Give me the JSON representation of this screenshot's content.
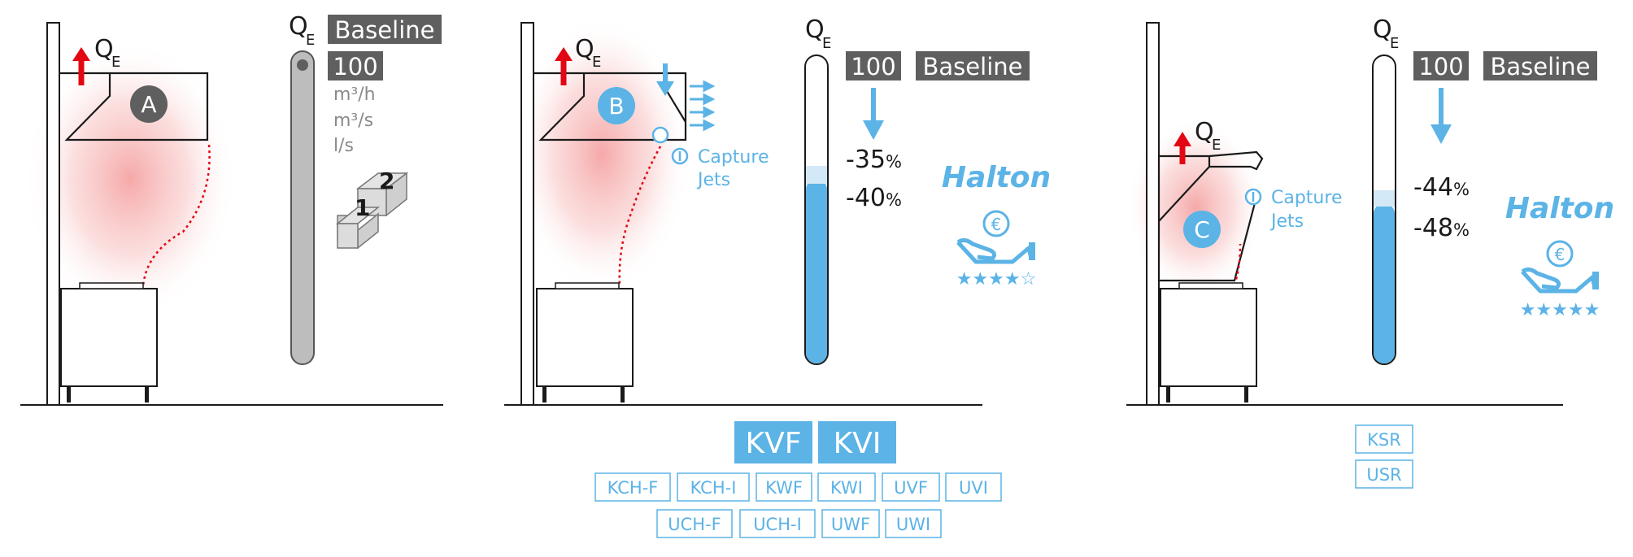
{
  "flow_symbol": "Q",
  "flow_subscript": "E",
  "panel_a": {
    "label": "A",
    "baseline_label": "Baseline",
    "baseline_value": "100",
    "units": [
      "m³/h",
      "m³/s",
      "l/s"
    ],
    "box_labels": [
      "1",
      "2"
    ]
  },
  "panel_b": {
    "label": "B",
    "baseline_value": "100",
    "baseline_label": "Baseline",
    "reductions": [
      {
        "value": "-35",
        "unit": "%"
      },
      {
        "value": "-40",
        "unit": "%"
      }
    ],
    "jets_label_1": "Capture",
    "jets_label_2": "Jets",
    "brand": "Halton",
    "currency_symbol": "€",
    "stars": "★★★★☆",
    "fill_fraction": 0.6,
    "products_primary": [
      "KVF",
      "KVI"
    ],
    "products_row1": [
      "KCH-F",
      "KCH-I",
      "KWF",
      "KWI",
      "UVF",
      "UVI"
    ],
    "products_row2": [
      "UCH-F",
      "UCH-I",
      "UWF",
      "UWI"
    ]
  },
  "panel_c": {
    "label": "C",
    "baseline_value": "100",
    "baseline_label": "Baseline",
    "reductions": [
      {
        "value": "-44",
        "unit": "%"
      },
      {
        "value": "-48",
        "unit": "%"
      }
    ],
    "jets_label_1": "Capture",
    "jets_label_2": "Jets",
    "brand": "Halton",
    "currency_symbol": "€",
    "stars": "★★★★★",
    "fill_fraction": 0.52,
    "products": [
      "KSR",
      "USR"
    ]
  },
  "colors": {
    "blue": "#5bb3e6",
    "red": "#e30613",
    "dark_grey": "#5f5f5f",
    "tube_grey": "#bdbdbd",
    "line": "#1a1a1a"
  }
}
